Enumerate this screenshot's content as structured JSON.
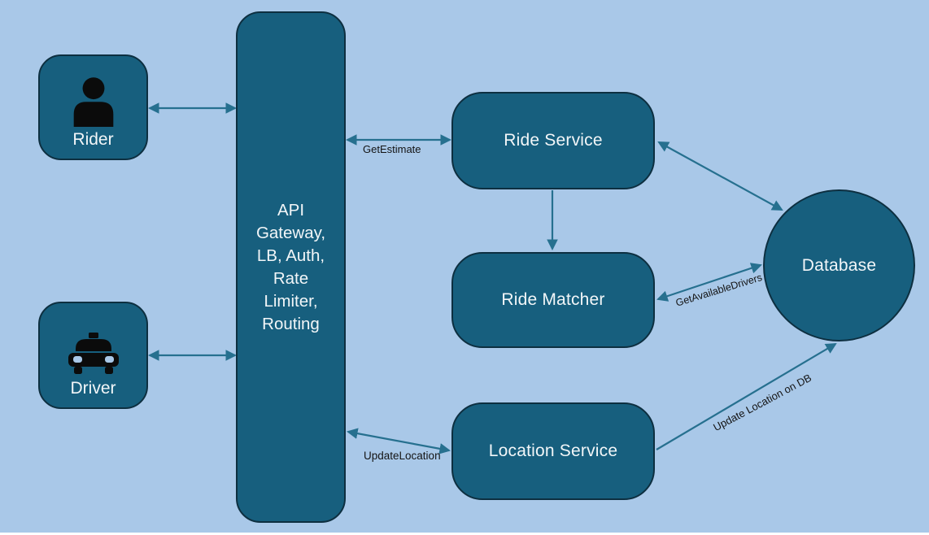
{
  "canvas": {
    "background_color": "#a9c8e8",
    "node_fill_color": "#175f7e",
    "node_border_color": "#0d2f40",
    "arrow_color": "#26708f",
    "node_text_color": "#f2f6f8",
    "edge_label_color": "#141414"
  },
  "nodes": {
    "rider": {
      "label": "Rider",
      "icon": "person-icon"
    },
    "driver": {
      "label": "Driver",
      "icon": "taxi-icon"
    },
    "api_gateway": {
      "lines": [
        "API",
        "Gateway,",
        "LB, Auth,",
        "Rate",
        "Limiter,",
        "Routing"
      ]
    },
    "ride_service": {
      "label": "Ride Service"
    },
    "ride_matcher": {
      "label": "Ride Matcher"
    },
    "location_service": {
      "label": "Location Service"
    },
    "database": {
      "label": "Database"
    }
  },
  "edges": {
    "rider_api_gateway": {
      "label": "",
      "direction": "bidirectional"
    },
    "driver_api_gateway": {
      "label": "",
      "direction": "bidirectional"
    },
    "api_gateway_ride_service": {
      "label": "GetEstimate",
      "direction": "bidirectional"
    },
    "ride_service_ride_matcher": {
      "label": "",
      "direction": "to-ride-matcher"
    },
    "ride_service_database": {
      "label": "",
      "direction": "bidirectional"
    },
    "ride_matcher_database": {
      "label": "GetAvailableDrivers",
      "direction": "bidirectional"
    },
    "api_gateway_location_service": {
      "label": "UpdateLocation",
      "direction": "bidirectional"
    },
    "location_service_database": {
      "label": "Update Location on DB",
      "direction": "to-database"
    }
  }
}
